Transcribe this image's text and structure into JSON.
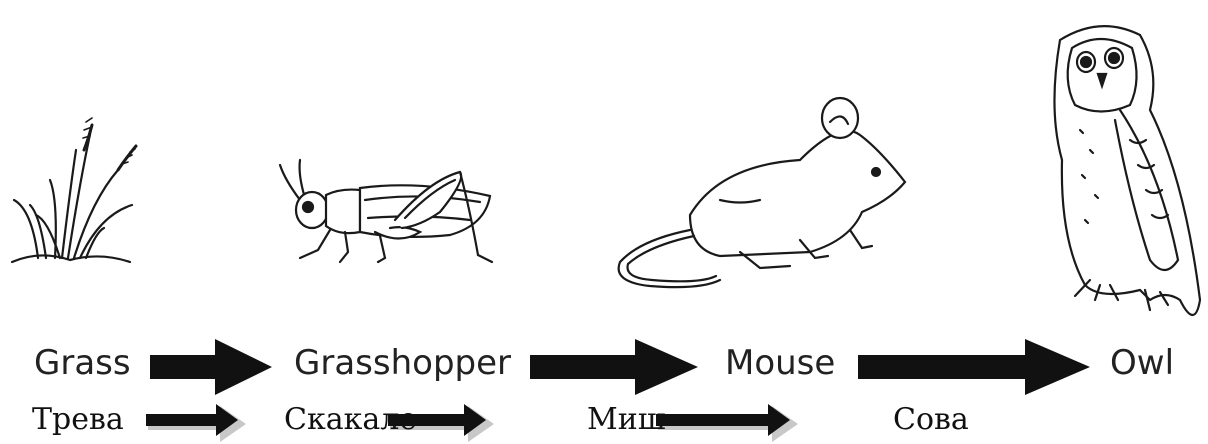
{
  "chain": [
    {
      "en": "Grass",
      "bg": "Трева",
      "icon": "grass-icon"
    },
    {
      "en": "Grasshopper",
      "bg": "Скакале",
      "icon": "grasshopper-icon"
    },
    {
      "en": "Mouse",
      "bg": "Миш",
      "icon": "mouse-icon"
    },
    {
      "en": "Owl",
      "bg": "Сова",
      "icon": "owl-icon"
    }
  ],
  "colors": {
    "ink": "#222222",
    "arrow": "#111111",
    "arrow_shadow": "#c8c8c8"
  }
}
